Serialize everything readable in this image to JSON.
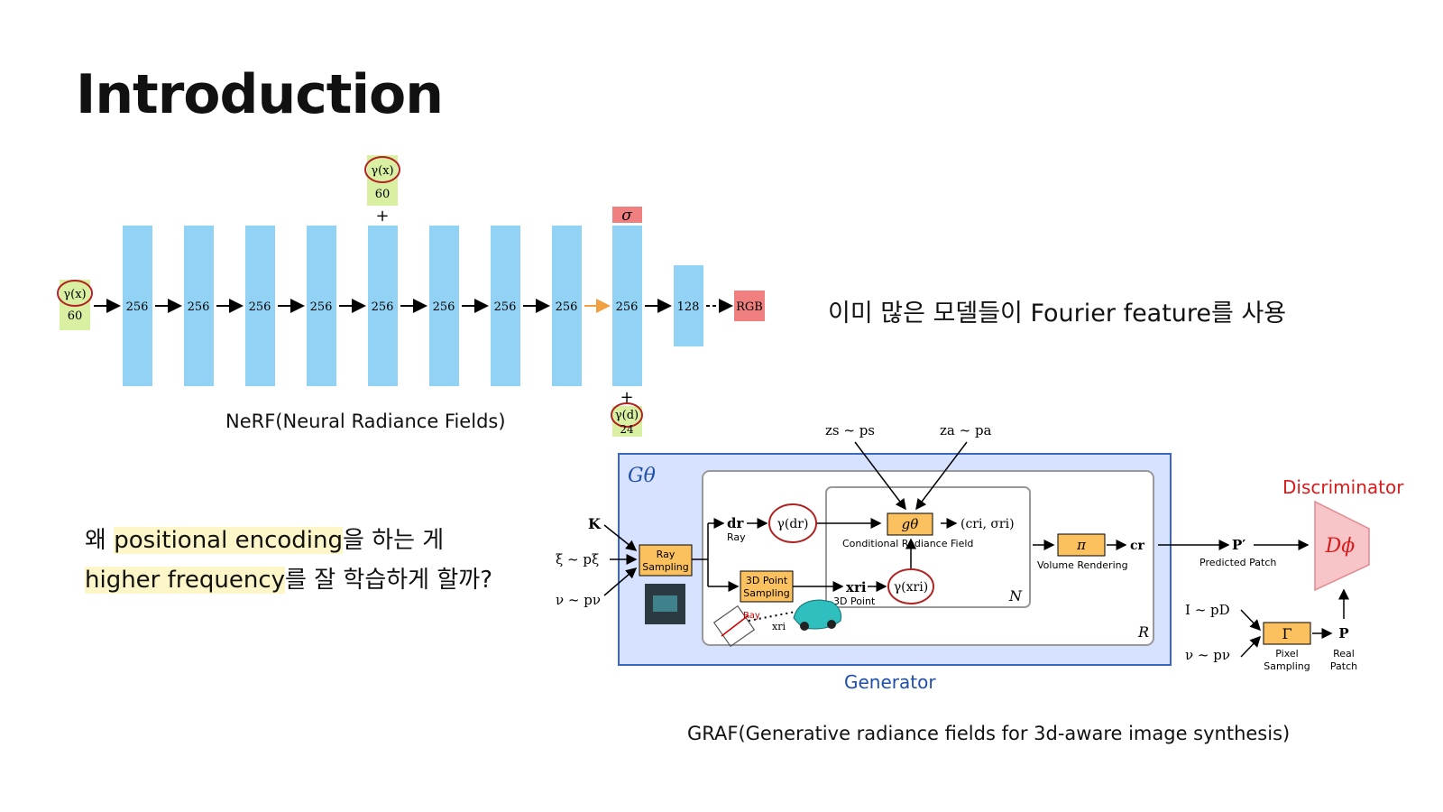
{
  "slide": {
    "title": "Introduction",
    "nerf_caption": "NeRF(Neural Radiance Fields)",
    "fourier_text": "이미 많은 모델들이 Fourier feature를 사용",
    "question": {
      "line1_pre": "왜 ",
      "line1_hl": "positional encoding",
      "line1_post": "을 하는 게",
      "line2_hl": "higher frequency",
      "line2_post": "를 잘 학습하게 할까?"
    },
    "graf_caption": "GRAF(Generative radiance fields for 3d-aware image synthesis)",
    "generator_caption": "Generator",
    "discriminator_caption": "Discriminator"
  },
  "nerf": {
    "input_label": "γ(x)",
    "input_dim": "60",
    "layers": [
      "256",
      "256",
      "256",
      "256",
      "256",
      "256",
      "256",
      "256",
      "256",
      "128"
    ],
    "skip_input_label": "γ(x)",
    "skip_input_dim": "60",
    "plus": "+",
    "sigma_label": "σ",
    "dir_label": "γ(d)",
    "dir_dim": "24",
    "output_label": "RGB",
    "colors": {
      "layer": "#92d3f5",
      "input": "#d9f0a3",
      "sigma": "#f08080",
      "rgb": "#f08080",
      "orange_arrow": "#f0a040",
      "circle": "#b22222"
    }
  },
  "graf": {
    "g_label": "Gθ",
    "K": "K",
    "xi": "ξ ~ pξ",
    "nu": "ν ~ pν",
    "ray_sampling": [
      "Ray",
      "Sampling"
    ],
    "point_sampling": [
      "3D Point",
      "Sampling"
    ],
    "dr": "dr",
    "ray_text": "Ray",
    "gamma_dr": "γ(dr)",
    "g_theta": "gθ",
    "crf": "Conditional Radiance Field",
    "output_c_sigma": "(cri, σri)",
    "xri": "xri",
    "point_text": "3D Point",
    "gamma_xri": "γ(xri)",
    "N": "N",
    "R": "R",
    "zs": "zs ~ ps",
    "za": "za ~ pa",
    "pi": "π",
    "cr": "cr",
    "volume_rendering": "Volume Rendering",
    "p_prime": "P′",
    "predicted_patch": "Predicted Patch",
    "d_phi": "Dϕ",
    "i_pd": "I ~ pD",
    "nu2": "ν ~ pν",
    "gamma_big": "Γ",
    "pixel_sampling": [
      "Pixel",
      "Sampling"
    ],
    "p": "P",
    "real_patch": [
      "Real",
      "Patch"
    ],
    "car_ray": "Ray",
    "car_xr": "xri",
    "colors": {
      "generator_bg": "#d6e2ff",
      "generator_border": "#3a66c4",
      "box": "#fbc15e",
      "disc": "#f7c4c8",
      "disc_text": "#d81b1b"
    }
  }
}
